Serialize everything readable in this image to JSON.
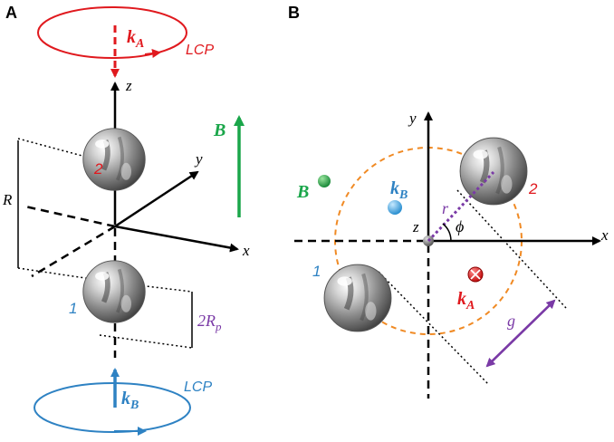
{
  "panelA": {
    "label": "A",
    "k_top": "k",
    "k_top_sub": "A",
    "polarization_top": "LCP",
    "axis_z": "z",
    "axis_y": "y",
    "axis_x": "x",
    "field": "B",
    "sphere_top_label": "2",
    "sphere_bottom_label": "1",
    "separation": "R",
    "radius_label": "2R",
    "radius_sub": "p",
    "k_bottom": "k",
    "k_bottom_sub": "B",
    "polarization_bottom": "LCP"
  },
  "panelB": {
    "label": "B",
    "axis_y": "y",
    "axis_x": "x",
    "axis_z": "z",
    "field": "B",
    "kB": "k",
    "kB_sub": "B",
    "kA": "k",
    "kA_sub": "A",
    "r": "r",
    "phi": "ϕ",
    "sphere1_label": "1",
    "sphere2_label": "2",
    "gap": "g"
  },
  "colors": {
    "red": "#e0191e",
    "blue": "#2e82c3",
    "green": "#1aa64a",
    "purple": "#7a3aa6",
    "orange": "#f08a24",
    "sphere": "#9a9a9a"
  }
}
